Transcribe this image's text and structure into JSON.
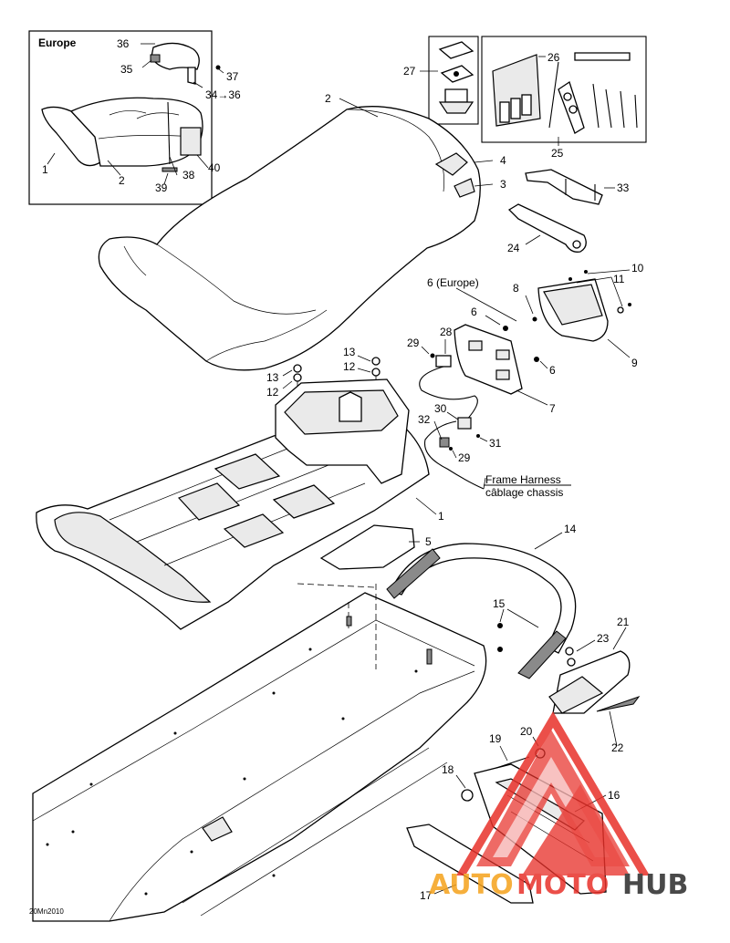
{
  "inset": {
    "region_label": "Europe"
  },
  "labels": {
    "p1_inset": "1",
    "p2_inset": "2",
    "p35": "35",
    "p36": "36",
    "p37": "37",
    "p34_36": "34→36",
    "p38": "38",
    "p39": "39",
    "p40": "40",
    "p27": "27",
    "p26": "26",
    "p25": "25",
    "p2": "2",
    "p4": "4",
    "p3": "3",
    "p33": "33",
    "p24": "24",
    "p10": "10",
    "p11": "11",
    "p8": "8",
    "p6_europe": "6 (Europe)",
    "p6a": "6",
    "p6b": "6",
    "p9": "9",
    "p29a": "29",
    "p28": "28",
    "p7": "7",
    "p13a": "13",
    "p12a": "12",
    "p13b": "13",
    "p12b": "12",
    "p30": "30",
    "p32": "32",
    "p31": "31",
    "p29b": "29",
    "p1": "1",
    "p5": "5",
    "p14": "14",
    "p15": "15",
    "p21": "21",
    "p23": "23",
    "p22": "22",
    "p19": "19",
    "p20": "20",
    "p18": "18",
    "p16": "16",
    "p17": "17"
  },
  "harness": {
    "en": "Frame Harness",
    "fr": "câblage chassis"
  },
  "footer_code": "20Mn2010",
  "watermark": {
    "text_part1": "AUTO",
    "text_part2": "MOTO",
    "text_part3": "HUB",
    "color_red": "#e8312a",
    "color_orange": "#f5a21b",
    "color_dark": "#2a2a2a"
  }
}
